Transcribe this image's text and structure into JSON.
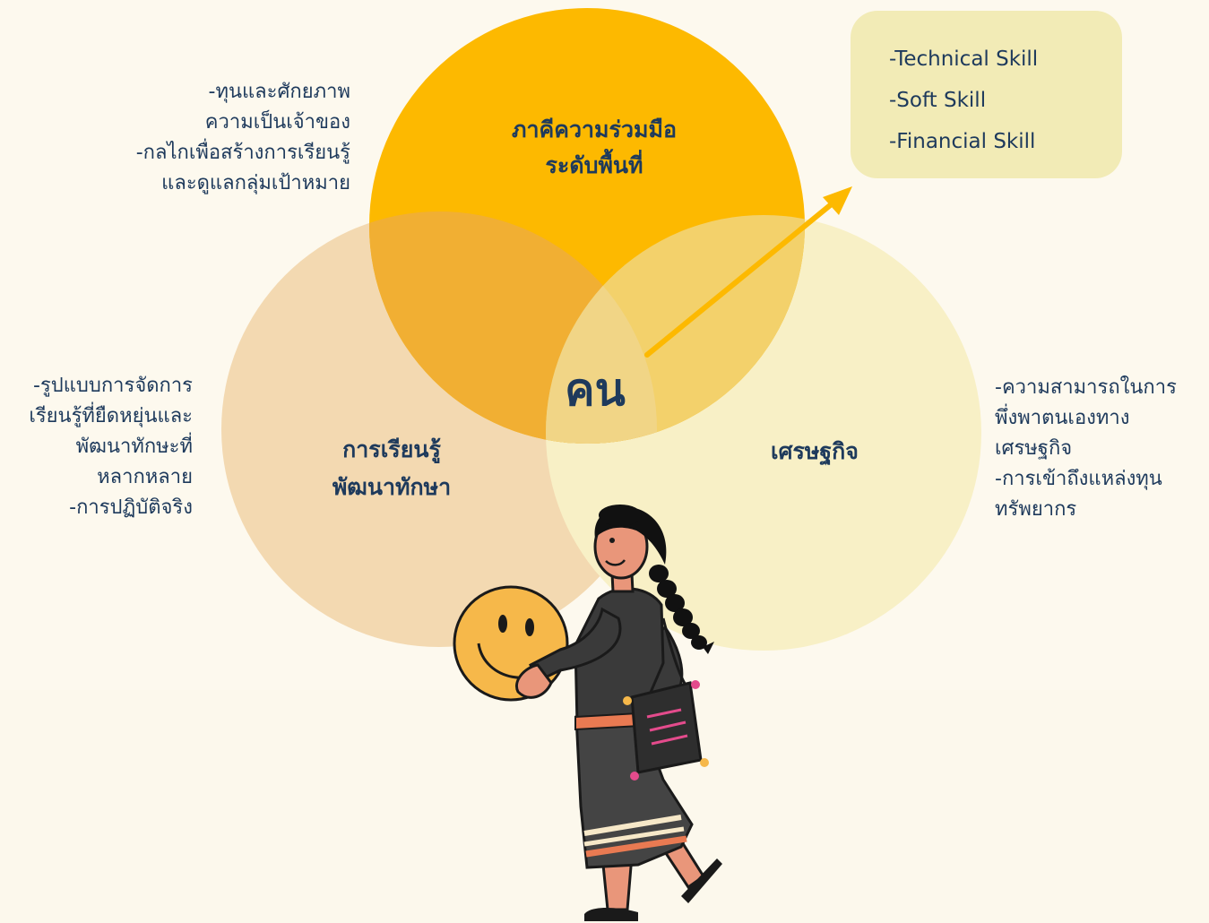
{
  "colors": {
    "background_top": "#FDF9EE",
    "background_bottom": "#FCF8EC",
    "circle_top": "#FDB900",
    "circle_left": "#F3D9B1",
    "circle_right": "#F8F0C6",
    "arrow": "#FDB900",
    "text_dark": "#1E3A5C",
    "skills_box": "#F2EBB6"
  },
  "circles": {
    "top_label": [
      "ภาคีความร่วมมือ",
      "ระดับพื้นที่"
    ],
    "left_label": [
      "การเรียนรู้",
      "พัฒนาทักษา"
    ],
    "right_label": [
      "เศรษฐกิจ"
    ],
    "center_label": "คน"
  },
  "annotations": {
    "left_top": [
      "-ทุนและศักยภาพ",
      "ความเป็นเจ้าของ",
      "-กลไกเพื่อสร้างการเรียนรู้",
      "และดูแลกลุ่มเป้าหมาย"
    ],
    "left_mid": [
      "-รูปแบบการจัดการ",
      "เรียนรู้ที่ยืดหยุ่นและ",
      "พัฒนาทักษะที่",
      "หลากหลาย",
      "-การปฏิบัติจริง"
    ],
    "right_mid": [
      "-ความสามารถในการ",
      "พึ่งพาตนเองทาง",
      "เศรษฐกิจ",
      "-การเข้าถึงแหล่งทุน",
      "ทรัพยากร"
    ]
  },
  "skills": [
    "-Technical Skill",
    "-Soft Skill",
    "-Financial Skill"
  ],
  "icons": {
    "arrow": "arrow-up-right-icon",
    "person": "woman-carrying-smiley-illustration",
    "smiley": "smiley-face-icon"
  }
}
